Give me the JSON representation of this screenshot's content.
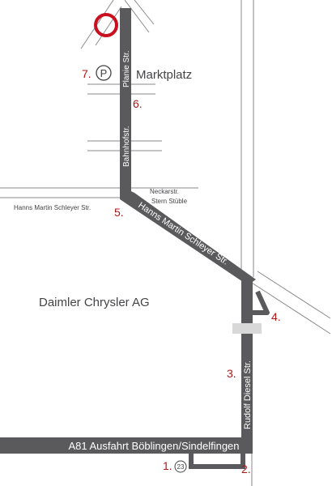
{
  "colors": {
    "road": "#5a5a5c",
    "thin_line": "#8a8a8c",
    "step_number": "#b01818",
    "destination_marker": "#c8101e",
    "label_dark": "#444446",
    "crosswalk": "#d8d8d8"
  },
  "roads": {
    "motorway": "A81 Ausfahrt Böblingen/Sindelfingen",
    "rudolf_diesel": "Rudolf Diesel Str.",
    "hanns_martin_diagonal": "Hanns Martin Schleyer Str.",
    "hanns_martin_west": "Hanns Martin Schleyer Str.",
    "bahnhofstr": "Bahnhofstr.",
    "planie": "Planie Str.",
    "neckarstr": "Neckarstr."
  },
  "places": {
    "daimler": "Daimler Chrysler AG",
    "marktplatz": "Marktplatz",
    "stern_stuble": "Stern Stüble"
  },
  "icons": {
    "parking": "P",
    "motorway_exit_number": "23",
    "destination": "destination-circle-icon"
  },
  "steps": [
    "1.",
    "2.",
    "3.",
    "4.",
    "5.",
    "6.",
    "7."
  ]
}
